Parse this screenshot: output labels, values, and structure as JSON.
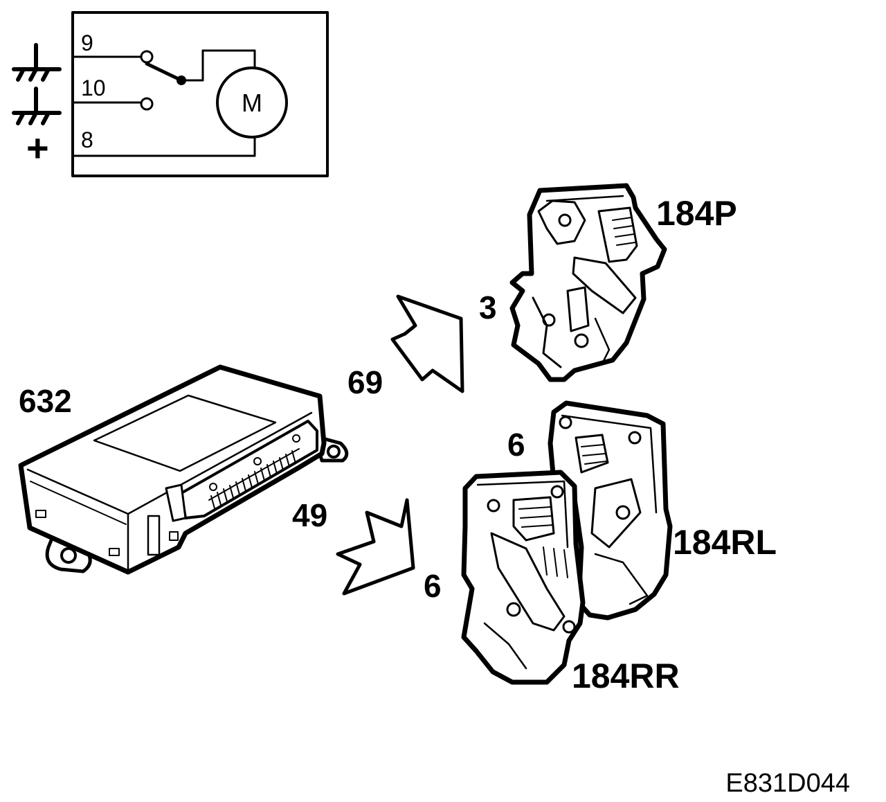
{
  "schematic": {
    "pins": {
      "top": "9",
      "middle": "10",
      "bottom": "8"
    },
    "motor_label": "M",
    "supply_symbol": "+"
  },
  "components": {
    "control_module": "632",
    "lock_passenger": "184P",
    "lock_rear_left": "184RL",
    "lock_rear_right": "184RR"
  },
  "callouts": {
    "arrow_upper": "69",
    "arrow_lower": "49",
    "pin_184p": "3",
    "pin_184rl": "6",
    "pin_184rr": "6"
  },
  "figure_ref": "E831D044",
  "colors": {
    "ink": "#000000",
    "paper": "#ffffff"
  }
}
